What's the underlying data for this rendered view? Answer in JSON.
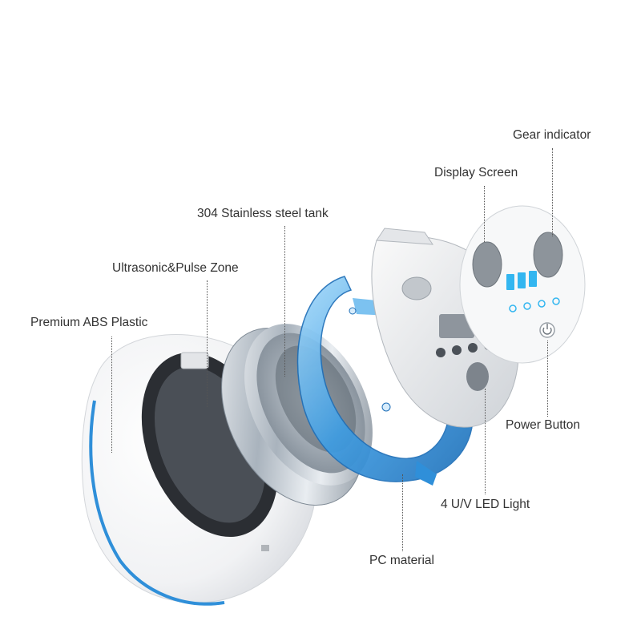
{
  "labels": {
    "gear_indicator": "Gear indicator",
    "display_screen": "Display Screen",
    "steel_tank": "304 Stainless steel tank",
    "ultrasonic_zone": "Ultrasonic&Pulse Zone",
    "abs_plastic": "Premium ABS Plastic",
    "power_button": "Power Button",
    "uv_led": "4 U/V LED Light",
    "pc_material": "PC material"
  },
  "colors": {
    "accent_blue": "#2f8fd9",
    "light_blue": "#7cc4f2",
    "steel_gray": "#9aa6b2",
    "white_shell": "#f6f7f8",
    "text": "#333333"
  },
  "icons": [
    "power-icon",
    "mode-icon",
    "display-digits",
    "gear-window"
  ]
}
